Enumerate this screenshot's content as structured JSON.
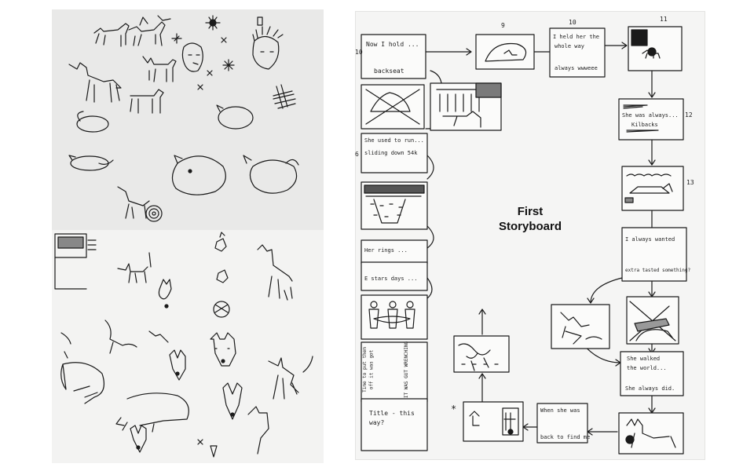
{
  "caption": {
    "line1": "First",
    "line2": "Storyboard"
  },
  "panels": [
    {
      "number": "10",
      "text1": "Now I hold ...",
      "text2": "backseat"
    },
    {
      "number": "9",
      "text1": "",
      "text2": ""
    },
    {
      "number": "10",
      "text1": "I held her the",
      "text2": "whole way",
      "text3": "always wwweee"
    },
    {
      "number": "11",
      "text1": "",
      "text2": ""
    },
    {
      "number": "12",
      "text1": "She was always...",
      "text2": "Kilbacks"
    },
    {
      "number": "13",
      "text1": "",
      "text2": ""
    },
    {
      "number": "",
      "text1": "I always wanted",
      "text2": "extra tasted something?"
    },
    {
      "number": "",
      "text1": "She walked",
      "text2": "the world...",
      "text3": "She always did."
    },
    {
      "number": "",
      "text1": "When she was",
      "text2": "back to find me"
    },
    {
      "number": "6",
      "text1": "She used to run...",
      "text2": "sliding down 54k"
    },
    {
      "number": "",
      "text1": "Her rings ...",
      "text2": "E stars days ..."
    },
    {
      "number": "",
      "text1": "Title - this",
      "text2": "way?"
    },
    {
      "number": "",
      "text1": "Time to put them",
      "text2": "off it was got",
      "text3": "IT WAS GUT WRENCHING"
    }
  ],
  "markers": {
    "star": "*"
  },
  "icons": [
    "dog-sketch",
    "star-doodle",
    "face-sketch",
    "arrow"
  ]
}
